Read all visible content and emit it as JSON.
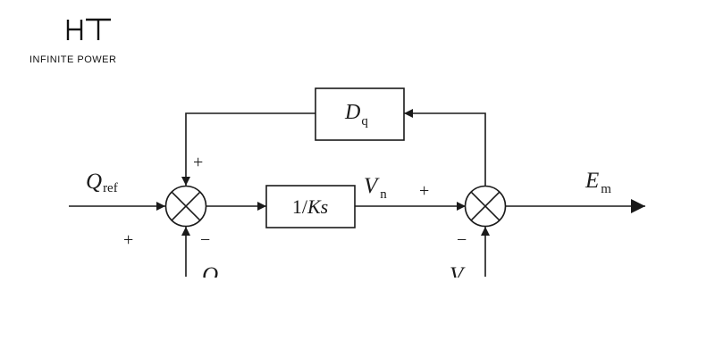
{
  "logo": {
    "mark": "HT",
    "tagline": "INFINITE POWER"
  },
  "diagram": {
    "blocks": {
      "droop": {
        "main": "D",
        "sub": "q"
      },
      "integrator": {
        "pre": "1/",
        "var": "Ks"
      }
    },
    "signals": {
      "q_ref": {
        "main": "Q",
        "sub": "ref"
      },
      "q_meas": {
        "main": "Q",
        "sub": ""
      },
      "v_n": {
        "main": "V",
        "sub": "n"
      },
      "v_meas": {
        "main": "V",
        "sub": ""
      },
      "e_m": {
        "main": "E",
        "sub": "m"
      }
    },
    "signs": {
      "sum1_top": "+",
      "sum1_left": "+",
      "sum1_bottom": "−",
      "sum2_left": "+",
      "sum2_bottom": "−"
    }
  }
}
